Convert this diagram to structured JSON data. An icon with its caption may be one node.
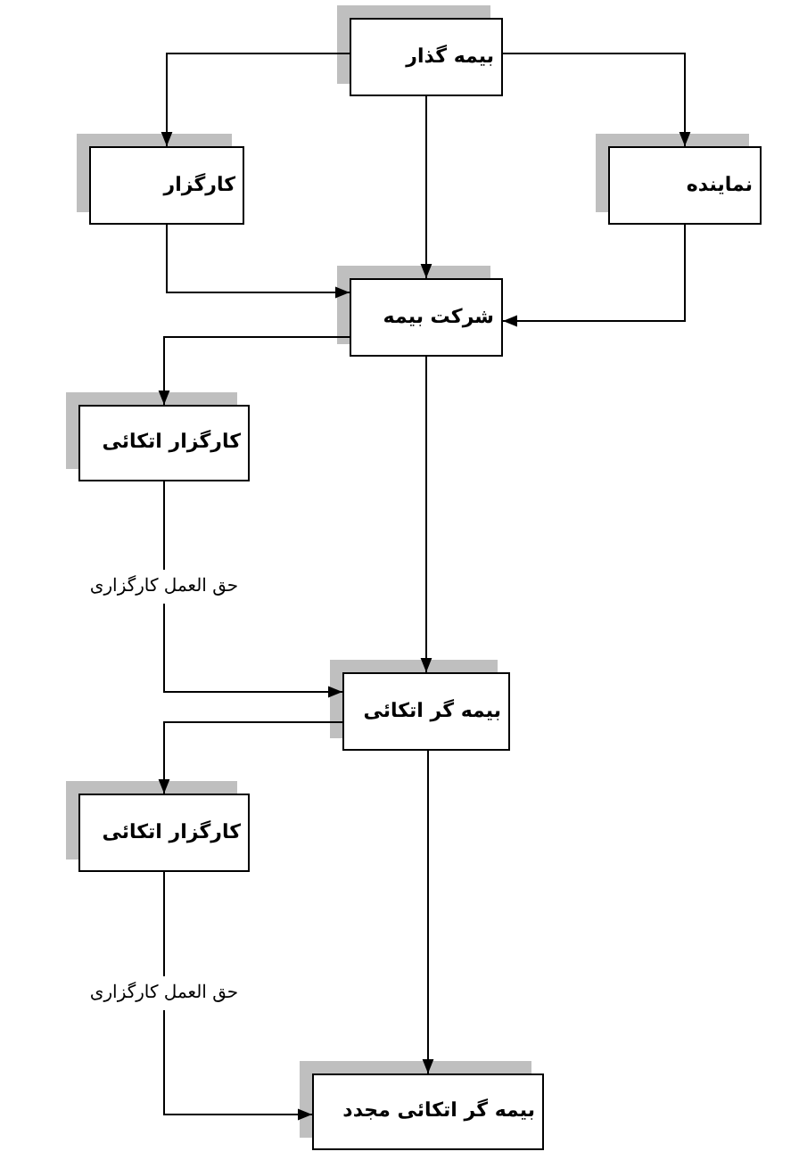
{
  "diagram": {
    "nodes": [
      {
        "text": [
          "بیمه گذار"
        ]
      },
      {
        "text": [
          "کارگزار"
        ]
      },
      {
        "text": [
          "نماینده"
        ]
      },
      {
        "text": [
          "شرکت بیمه"
        ]
      },
      {
        "text": [
          "کارگزار اتکائی"
        ]
      },
      {
        "text": [
          "بیمه گر اتکائی"
        ]
      },
      {
        "text": [
          "کارگزار اتکائی"
        ]
      },
      {
        "text": [
          "بیمه گر اتکائی مجدد"
        ]
      }
    ],
    "edges": [
      {
        "from": 0,
        "to": 1,
        "arrow": "to"
      },
      {
        "from": 0,
        "to": 2,
        "arrow": "to"
      },
      {
        "from": 0,
        "to": 3,
        "arrow": "to"
      },
      {
        "from": 1,
        "to": 3,
        "arrow": "to"
      },
      {
        "from": 2,
        "to": 3,
        "arrow": "to"
      },
      {
        "from": 3,
        "to": 4,
        "arrow": "to"
      },
      {
        "from": 3,
        "to": 5,
        "arrow": "to"
      },
      {
        "from": 4,
        "to": 5,
        "arrow": "to",
        "label": "حق العمل کارگزاری"
      },
      {
        "from": 5,
        "to": 6,
        "arrow": "to"
      },
      {
        "from": 5,
        "to": 7,
        "arrow": "to"
      },
      {
        "from": 6,
        "to": 7,
        "arrow": "to",
        "label": "حق العمل کارگزاری"
      }
    ]
  }
}
